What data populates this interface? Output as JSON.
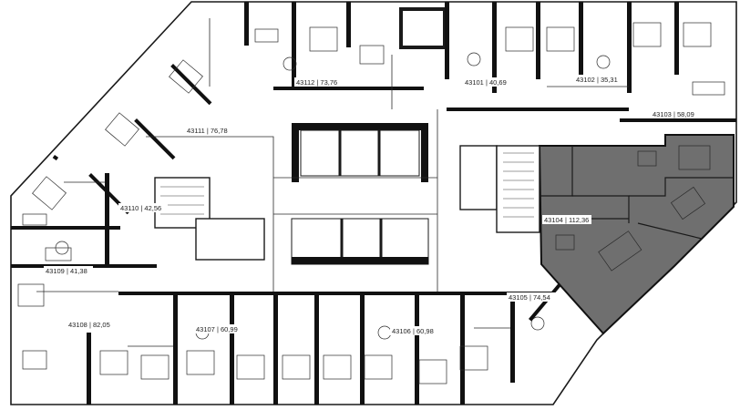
{
  "plan": {
    "highlight_color": "#6f6f6f",
    "wall_color": "#111111",
    "line_color": "#2a2a2a",
    "background": "#ffffff",
    "selected_unit": "43104",
    "units": [
      {
        "id": "43101",
        "area": "40,69"
      },
      {
        "id": "43102",
        "area": "35,31"
      },
      {
        "id": "43103",
        "area": "58,09"
      },
      {
        "id": "43104",
        "area": "112,36"
      },
      {
        "id": "43105",
        "area": "74,54"
      },
      {
        "id": "43106",
        "area": "60,98"
      },
      {
        "id": "43107",
        "area": "60,99"
      },
      {
        "id": "43108",
        "area": "82,05"
      },
      {
        "id": "43109",
        "area": "41,38"
      },
      {
        "id": "43110",
        "area": "42,56"
      },
      {
        "id": "43111",
        "area": "76,78"
      },
      {
        "id": "43112",
        "area": "73,76"
      }
    ]
  }
}
